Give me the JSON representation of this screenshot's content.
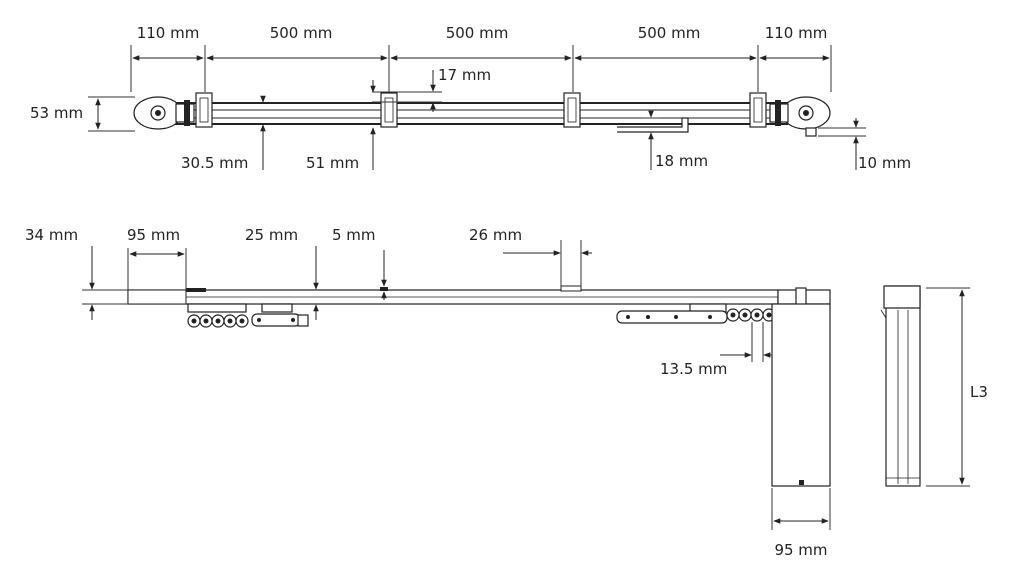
{
  "top_view": {
    "dims": {
      "bracket_left": "110 mm",
      "span_1": "500 mm",
      "span_2": "500 mm",
      "span_3": "500 mm",
      "bracket_right": "110 mm",
      "height": "53 mm",
      "offset_17": "17 mm",
      "rail_30_5": "30.5 mm",
      "rail_51": "51 mm",
      "arm_18": "18 mm",
      "arm_10": "10 mm"
    }
  },
  "side_view": {
    "dims": {
      "height_34": "34 mm",
      "width_95_left": "95 mm",
      "gap_25": "25 mm",
      "gap_5": "5 mm",
      "clip_26": "26 mm",
      "offset_13_5": "13.5 mm",
      "motor_width_95": "95 mm",
      "motor_length": "L3"
    }
  }
}
